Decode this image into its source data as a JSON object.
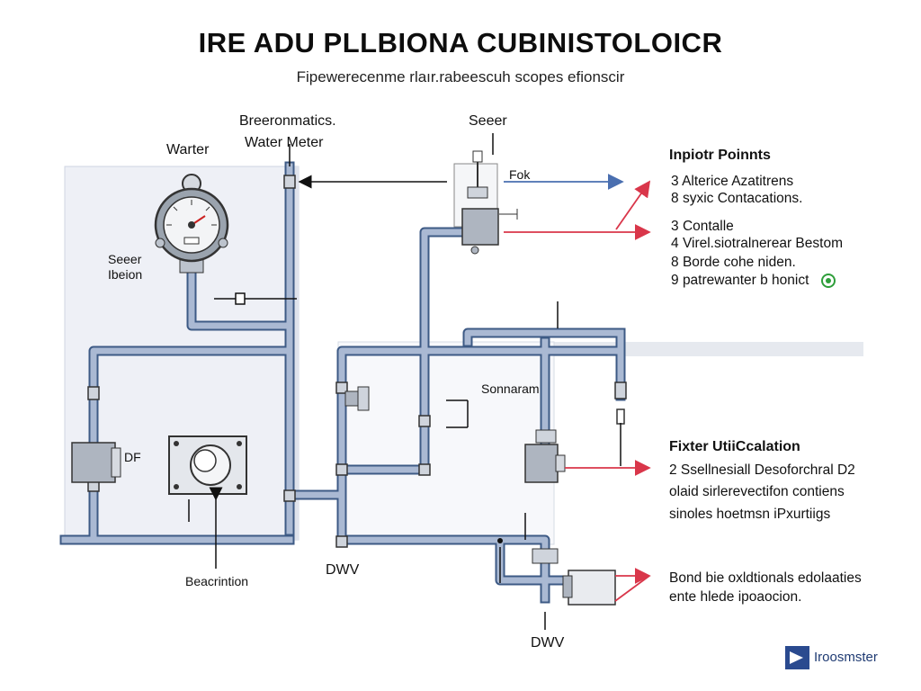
{
  "title": "IRE ADU PLLBIONA CUBINISTOLOICR",
  "subtitle": "Fipewerecenme rlaır.rabeescuh scopes efionscir",
  "labels": {
    "warter": "Warter",
    "breeronmatics": "Breeronmatics.",
    "water_meter": "Water Meter",
    "seeer_top": "Seeer",
    "seeer_left_1": "Seeer",
    "seeer_left_2": "Ibeion",
    "fok": "Fok",
    "df": "DF",
    "sonnaram": "Sonnaram",
    "beacrintion": "Beacrintion",
    "dwv_1": "DWV",
    "dwv_2": "DWV"
  },
  "inspection_points": {
    "heading": "Inpiotr Poinnts",
    "items": [
      "Alterice Azatitrens",
      "syxic Contacations.",
      "Contalle",
      "Virel.siotralnerear Bestom",
      "Borde cohe niden.",
      "patrewanter b honict"
    ],
    "bullets": [
      "3",
      "8",
      "3",
      "4",
      "8",
      "9"
    ]
  },
  "fixture": {
    "heading": "Fixter UtiiCcalation",
    "lines": [
      "2 Ssellnesiall Desoforchral D2",
      "olaid sirlerevectifon contiens",
      "sinoles hoetmsn iPxurtiigs"
    ]
  },
  "bottom_note": {
    "lines": [
      "Bond bie oxldtionals edolaaties",
      "ente hlede ipoaocion."
    ]
  },
  "brand": {
    "name": "Iroosmster"
  },
  "colors": {
    "pipe": "#8fa7c8",
    "pipe_edge": "#3d5a85",
    "arrow_red": "#d9364a",
    "arrow_blue": "#4a6fb0",
    "wall": "#eef0f6",
    "check_green": "#2e9e3a"
  }
}
